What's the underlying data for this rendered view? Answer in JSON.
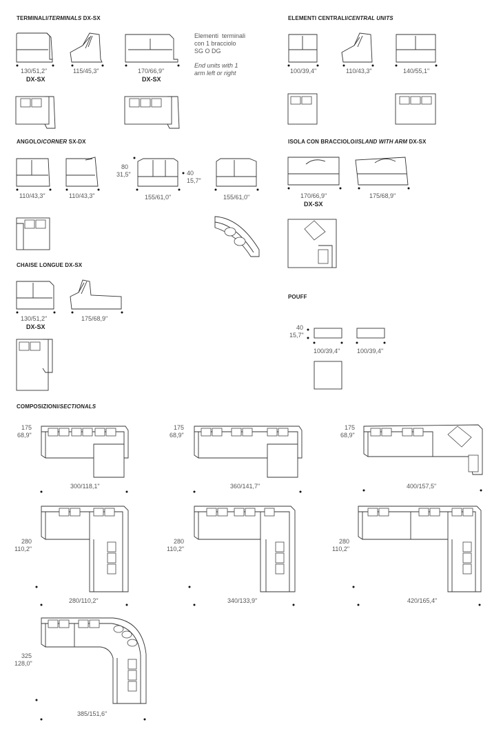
{
  "sections": {
    "terminals": {
      "main": "TERMINALI/",
      "sub": "TERMINALS",
      "tail": " DX-SX"
    },
    "central": {
      "main": "ELEMENTI CENTRALI/",
      "sub": "CENTRAL UNITS",
      "tail": ""
    },
    "corner": {
      "main": "ANGOLO/",
      "sub": "CORNER",
      "tail": " SX-DX"
    },
    "island": {
      "main": "ISOLA CON BRACCIOLO/",
      "sub": "ISLAND WITH ARM",
      "tail": " DX-SX"
    },
    "chaise": {
      "main": "CHAISE LONGUE DX-SX",
      "sub": "",
      "tail": ""
    },
    "pouff": {
      "main": "POUFF",
      "sub": "",
      "tail": ""
    },
    "sectionals": {
      "main": "COMPOSIZIONI/",
      "sub": "SECTIONALS",
      "tail": ""
    }
  },
  "notes": {
    "it": "Elementi  terminali\ncon 1 bracciolo\nSG O DG",
    "en": "End units with 1\narm left or right"
  },
  "dims": {
    "t1": "130/51,2\"",
    "t2": "115/45,3\"",
    "t3": "170/66,9\"",
    "c1": "100/39,4\"",
    "c2": "110/43,3\"",
    "c3": "140/55,1\"",
    "a1": "110/43,3\"",
    "a2": "110/43,3\"",
    "a3": "155/61,0\"",
    "a4": "155/61,0\"",
    "ah1": "80",
    "ah2": "31,5\"",
    "ah3": "40",
    "ah4": "15,7\"",
    "i1": "170/66,9\"",
    "i2": "175/68,9\"",
    "ch1": "130/51,2\"",
    "ch2": "175/68,9\"",
    "p1": "100/39,4\"",
    "p2": "100/39,4\"",
    "ph1": "40",
    "ph2": "15,7\"",
    "s1w": "300/118,1\"",
    "s2w": "360/141,7\"",
    "s3w": "400/157,5\"",
    "s4w": "280/110,2\"",
    "s5w": "340/133,9\"",
    "s6w": "420/165,4\"",
    "s7w": "385/151,6\"",
    "sd175": "175",
    "sd175i": "68,9\"",
    "sd280": "280",
    "sd280i": "110,2\"",
    "sd325": "325",
    "sd325i": "128,0\""
  },
  "dxsx": "DX-SX"
}
